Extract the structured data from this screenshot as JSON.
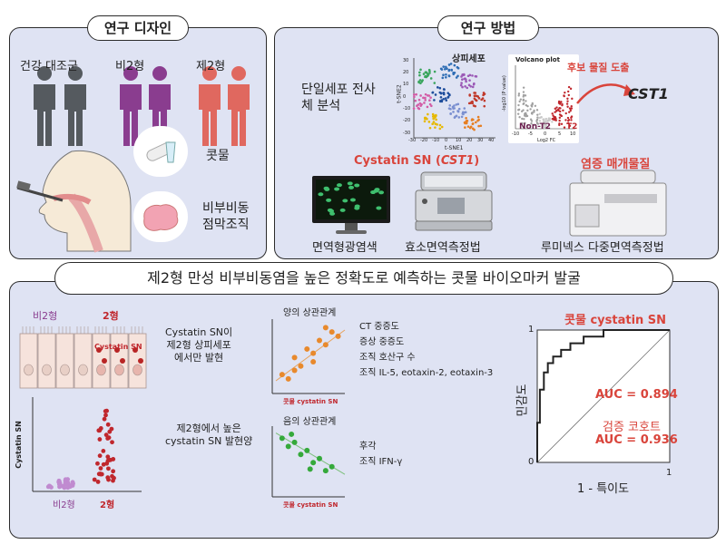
{
  "design": {
    "title": "연구 디자인",
    "groups": [
      {
        "label": "건강 대조군",
        "color": "#555a5f"
      },
      {
        "label": "비2형",
        "color": "#8a3d8f"
      },
      {
        "label": "제2형",
        "color": "#e0685f"
      }
    ],
    "samples": [
      {
        "label": "콧물"
      },
      {
        "label": "비부비동\n점막조직"
      }
    ]
  },
  "methods": {
    "title": "연구 방법",
    "scrna_label": "단일세포 전사\n체 분석",
    "tsne_title": "상피세포",
    "tsne_xlabel": "t-SNE1",
    "tsne_ylabel": "t-SNE2",
    "tsne_xticks": [
      "-30",
      "-20",
      "-10",
      "0",
      "10",
      "20",
      "30",
      "40"
    ],
    "tsne_yticks": [
      "30",
      "20",
      "10",
      "0",
      "-10",
      "-20",
      "-30"
    ],
    "volcano_title": "Volcano plot",
    "volcano_xlabel": "Log2 FC",
    "volcano_ylabel": "-log10 (P value)",
    "volcano_xticks": [
      "-10",
      "-5",
      "0",
      "5",
      "10"
    ],
    "volcano_left": "Non-T2",
    "volcano_right": "T2",
    "candidate": "후보 물질 도출",
    "gene": "CST1",
    "cystatin_title": "Cystatin SN (",
    "cystatin_gene": "CST1",
    "cystatin_close": ")",
    "inflam_title": "염증 매개물질",
    "if_label": "면역형광염색",
    "elisa_label": "효소면역측정법",
    "luminex_label": "루미넥스 다중면역측정법"
  },
  "banner": {
    "text": "제2형 만성 비부비동염을 높은 정확도로 예측하는 콧물 바이오마커 발굴"
  },
  "results": {
    "cell_left": "비2형",
    "cell_right": "2형",
    "cell_marker": "Cystatin SN",
    "cell_note": "Cystatin SN이\n제2형 상피세포\n에서만 발현",
    "dot_ylabel": "Cystatin SN",
    "dot_x1": "비2형",
    "dot_x2": "2형",
    "dot_note": "제2형에서 높은\ncystatin SN 발현양",
    "pos_title": "양의 상관관계",
    "pos_xlabel": "콧물 cystatin SN",
    "pos_items": [
      "CT 중증도",
      "증상 중증도",
      "조직 호산구 수",
      "조직 IL-5, eotaxin-2, eotaxin-3"
    ],
    "neg_title": "음의 상관관계",
    "neg_xlabel": "콧물 cystatin SN",
    "neg_items": [
      "후각",
      "조직 IFN-γ"
    ],
    "roc_title": "콧물 cystatin SN",
    "roc_ylabel": "민감도",
    "roc_xlabel": "1 - 특이도",
    "roc_ytick_top": "1",
    "roc_ytick_bottom": "0",
    "roc_xtick_right": "1",
    "auc1": "AUC = 0.894",
    "validation": "검증 코호트",
    "auc2": "AUC = 0.936"
  },
  "chart_data": [
    {
      "type": "scatter",
      "title": "양의 상관관계",
      "xlabel": "콧물 cystatin SN",
      "ylabel": "",
      "x": [
        1,
        2,
        3,
        4,
        5,
        6,
        7,
        8,
        9,
        10,
        3,
        6,
        8
      ],
      "y": [
        2,
        1.5,
        4,
        3,
        5,
        4.5,
        6,
        5.5,
        7,
        6.5,
        2.5,
        3.5,
        7.5
      ]
    },
    {
      "type": "scatter",
      "title": "음의 상관관계",
      "xlabel": "콧물 cystatin SN",
      "ylabel": "",
      "x": [
        1,
        2,
        3,
        4,
        5,
        6,
        7,
        8,
        9,
        2.5,
        5.5
      ],
      "y": [
        7,
        6,
        6.5,
        5,
        5.5,
        4,
        4.5,
        3,
        3.5,
        7.5,
        3.2
      ]
    },
    {
      "type": "line",
      "title": "콧물 cystatin SN",
      "xlabel": "1 - 특이도",
      "ylabel": "민감도",
      "xlim": [
        0,
        1
      ],
      "ylim": [
        0,
        1
      ],
      "x": [
        0,
        0,
        0.02,
        0.02,
        0.05,
        0.05,
        0.08,
        0.08,
        0.12,
        0.12,
        0.18,
        0.18,
        0.25,
        0.25,
        0.35,
        0.35,
        0.5,
        0.5,
        1
      ],
      "y": [
        0,
        0.3,
        0.3,
        0.55,
        0.55,
        0.68,
        0.68,
        0.75,
        0.75,
        0.8,
        0.8,
        0.85,
        0.85,
        0.9,
        0.9,
        0.95,
        0.95,
        1,
        1
      ]
    }
  ]
}
